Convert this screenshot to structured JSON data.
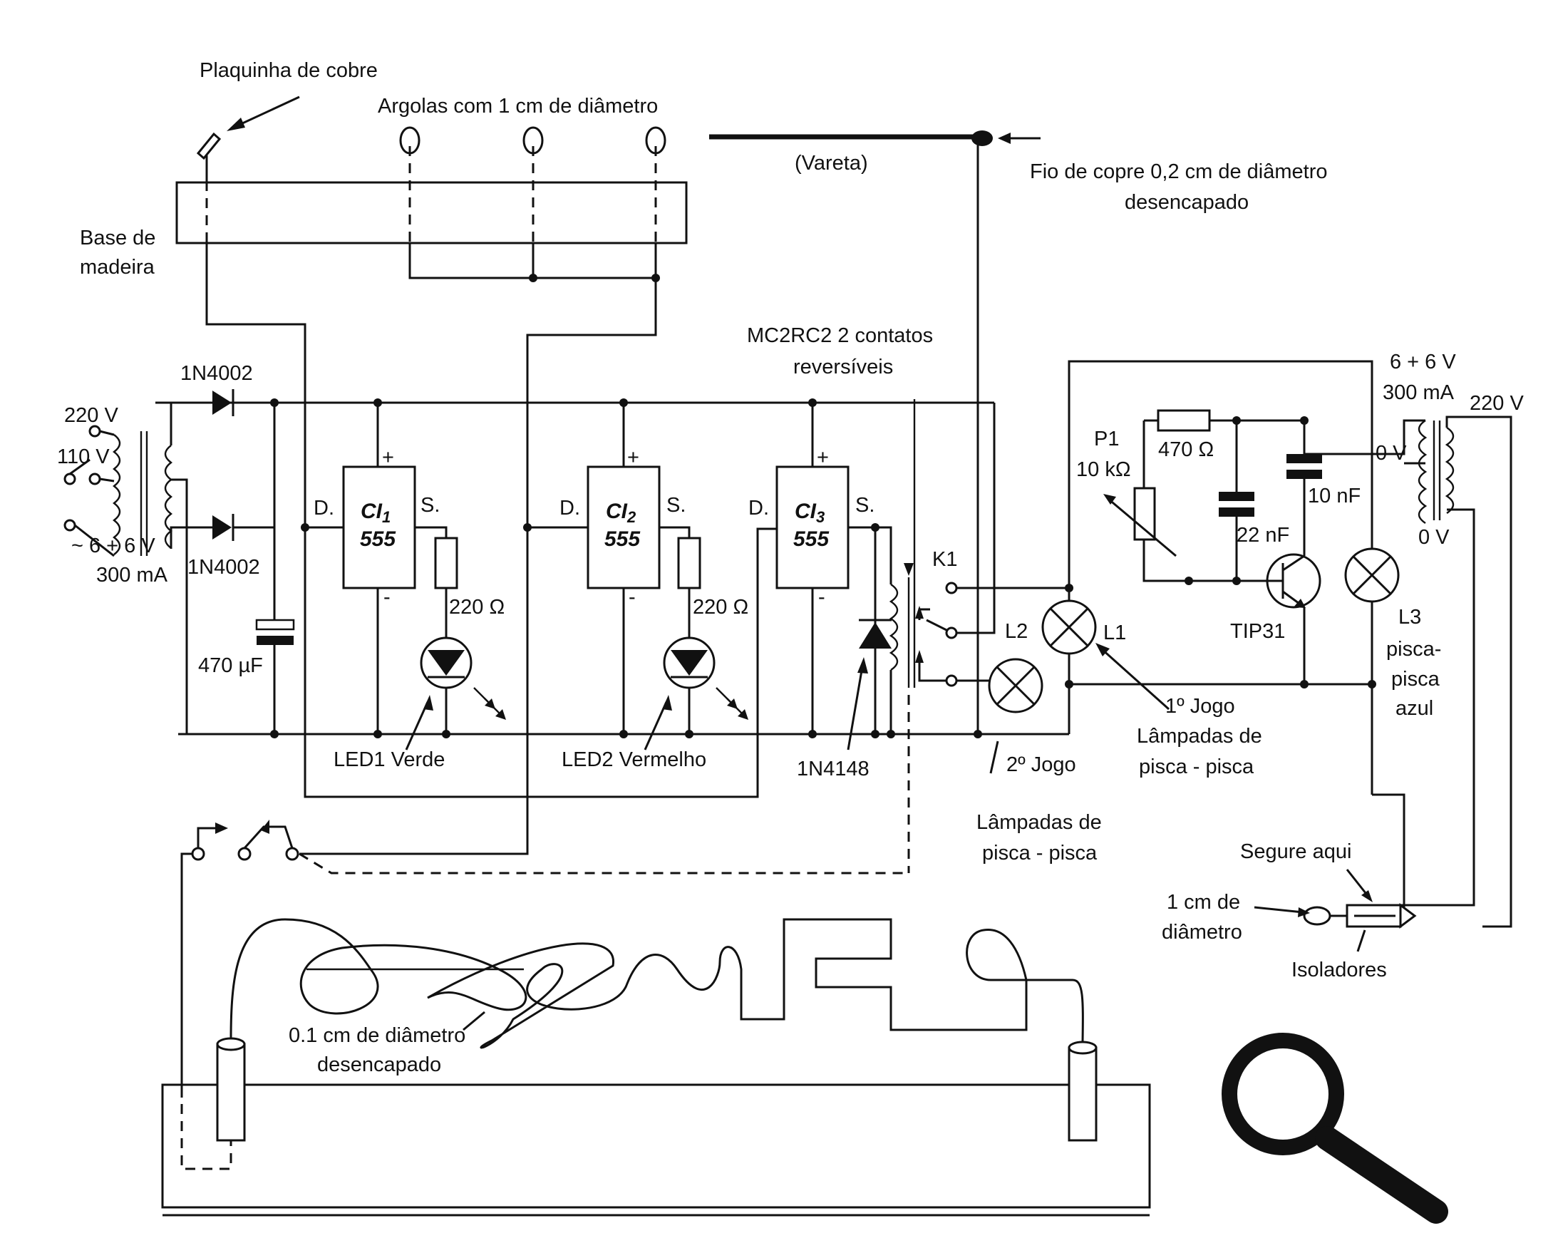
{
  "labels": {
    "copper_plate": "Plaquinha de cobre",
    "rings": "Argolas com  1 cm de diâmetro",
    "rod": "(Vareta)",
    "copper_wire_line1": "Fio de copre 0,2 cm de diâmetro",
    "copper_wire_line2": "desencapado",
    "wood_base_line1": "Base de",
    "wood_base_line2": "madeira",
    "relay_line1": "MC2RC2 2 contatos",
    "relay_line2": "reversíveis",
    "diode_top": "1N4002",
    "diode_bottom": "1N4002",
    "mains_220": "220 V",
    "mains_110": "110 V",
    "sec_line1": "~ 6 + 6 V",
    "sec_line2": "300 mA",
    "cap_470": "470 µF",
    "ci1_name": "CI1",
    "ci1_type": "555",
    "ci2_name": "CI2",
    "ci2_type": "555",
    "ci3_name": "CI3",
    "ci3_type": "555",
    "pin_d": "D.",
    "pin_s": "S.",
    "plus": "+",
    "minus": "-",
    "res_220_1": "220 Ω",
    "res_220_2": "220 Ω",
    "led1": "LED1 Verde",
    "led2": "LED2 Vermelho",
    "diode_1n4148": "1N4148",
    "k1": "K1",
    "l1": "L1",
    "l2": "L2",
    "l3": "L3",
    "jogo1_line1": "1º Jogo",
    "jogo1_line2": "Lâmpadas de",
    "jogo1_line3": "pisca - pisca",
    "jogo2": "2º Jogo",
    "lamps_line1": "Lâmpadas de",
    "lamps_line2": "pisca - pisca",
    "trafo2_line1": "6 + 6 V",
    "trafo2_line2": "300 mA",
    "trafo2_220": "220 V",
    "zero_v_1": "0 V",
    "zero_v_2": "0 V",
    "p1_name": "P1",
    "p1_value": "10 kΩ",
    "res_470": "470 Ω",
    "cap_22n": "22 nF",
    "cap_10n": "10 nF",
    "tip31": "TIP31",
    "l3_line1": "pisca-",
    "l3_line2": "pisca",
    "l3_line3": "azul",
    "hold_here": "Segure aqui",
    "ring_line1": "1 cm de",
    "ring_line2": "diâmetro",
    "insulators": "Isoladores",
    "wire_line1": "0.1 cm de diâmetro",
    "wire_line2": "desencapado"
  },
  "icons": {
    "zoom": "magnifier-icon"
  }
}
